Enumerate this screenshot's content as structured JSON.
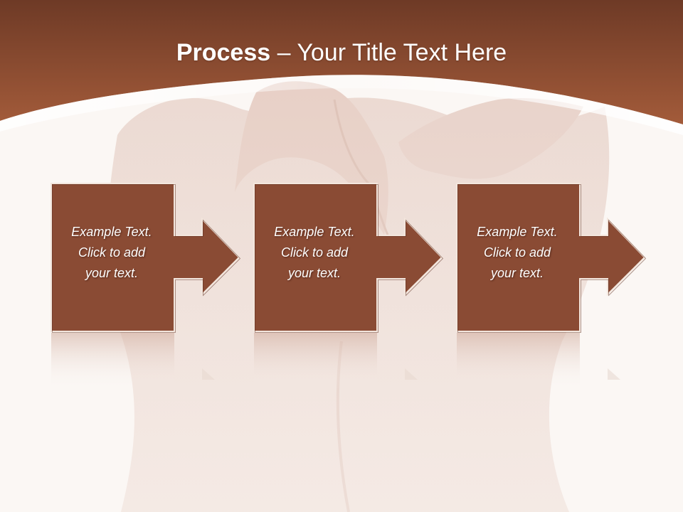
{
  "slide": {
    "title_bold": "Process",
    "title_rest": " – Your Title Text Here"
  },
  "steps": [
    {
      "text": "Example Text.\nClick  to add\nyour text."
    },
    {
      "text": "Example Text.\nClick  to add\nyour text."
    },
    {
      "text": "Example Text.\nClick  to add\nyour text."
    }
  ],
  "colors": {
    "header_dark": "#6e3a26",
    "header_mid": "#9c5838",
    "box_fill": "#8a4b34",
    "box_border": "#f3e6dd",
    "background": "#fbf7f4"
  }
}
